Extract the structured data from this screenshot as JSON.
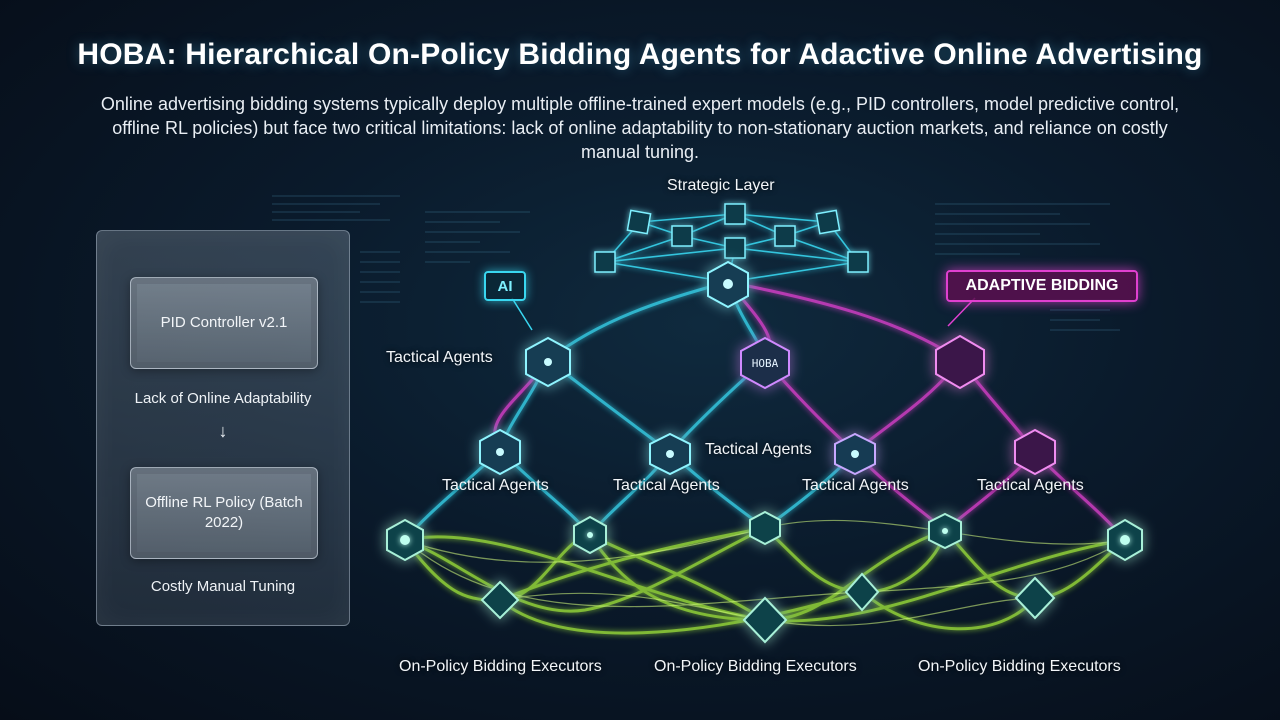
{
  "title": "HOBA: Hierarchical On-Policy Bidding Agents for Adactive Online Advertising",
  "subtitle": "Online advertising bidding systems typically deploy multiple offline-trained expert models (e.g., PID controllers, model predictive control, offline RL policies) but face two critical limitations: lack of online adaptability to non-stationary auction markets, and reliance on costly manual tuning.",
  "left_panel": {
    "box1": "PID Controller v2.1",
    "label1": "Lack of Online Adaptability",
    "arrow": "↓",
    "box2": "Offline RL Policy (Batch 2022)",
    "label2": "Costly Manual Tuning"
  },
  "diagram": {
    "strategic_layer": "Strategic Layer",
    "tactical_left": "Tactical Agents",
    "tactical_mid": "Tactical Agents",
    "tactical_row": [
      "Tactical Agents",
      "Tactical Agents",
      "Tactical Agents",
      "Tactical Agents"
    ],
    "executors": [
      "On-Policy Bidding Executors",
      "On-Policy Bidding Executors",
      "On-Policy Bidding Executors"
    ],
    "ai_badge": "AI",
    "adaptive_badge": "ADAPTIVE BIDDING",
    "hub_label": "HOBA",
    "colors": {
      "cyan": "#39d7f0",
      "magenta": "#e040d0",
      "green": "#a8f03a"
    }
  }
}
